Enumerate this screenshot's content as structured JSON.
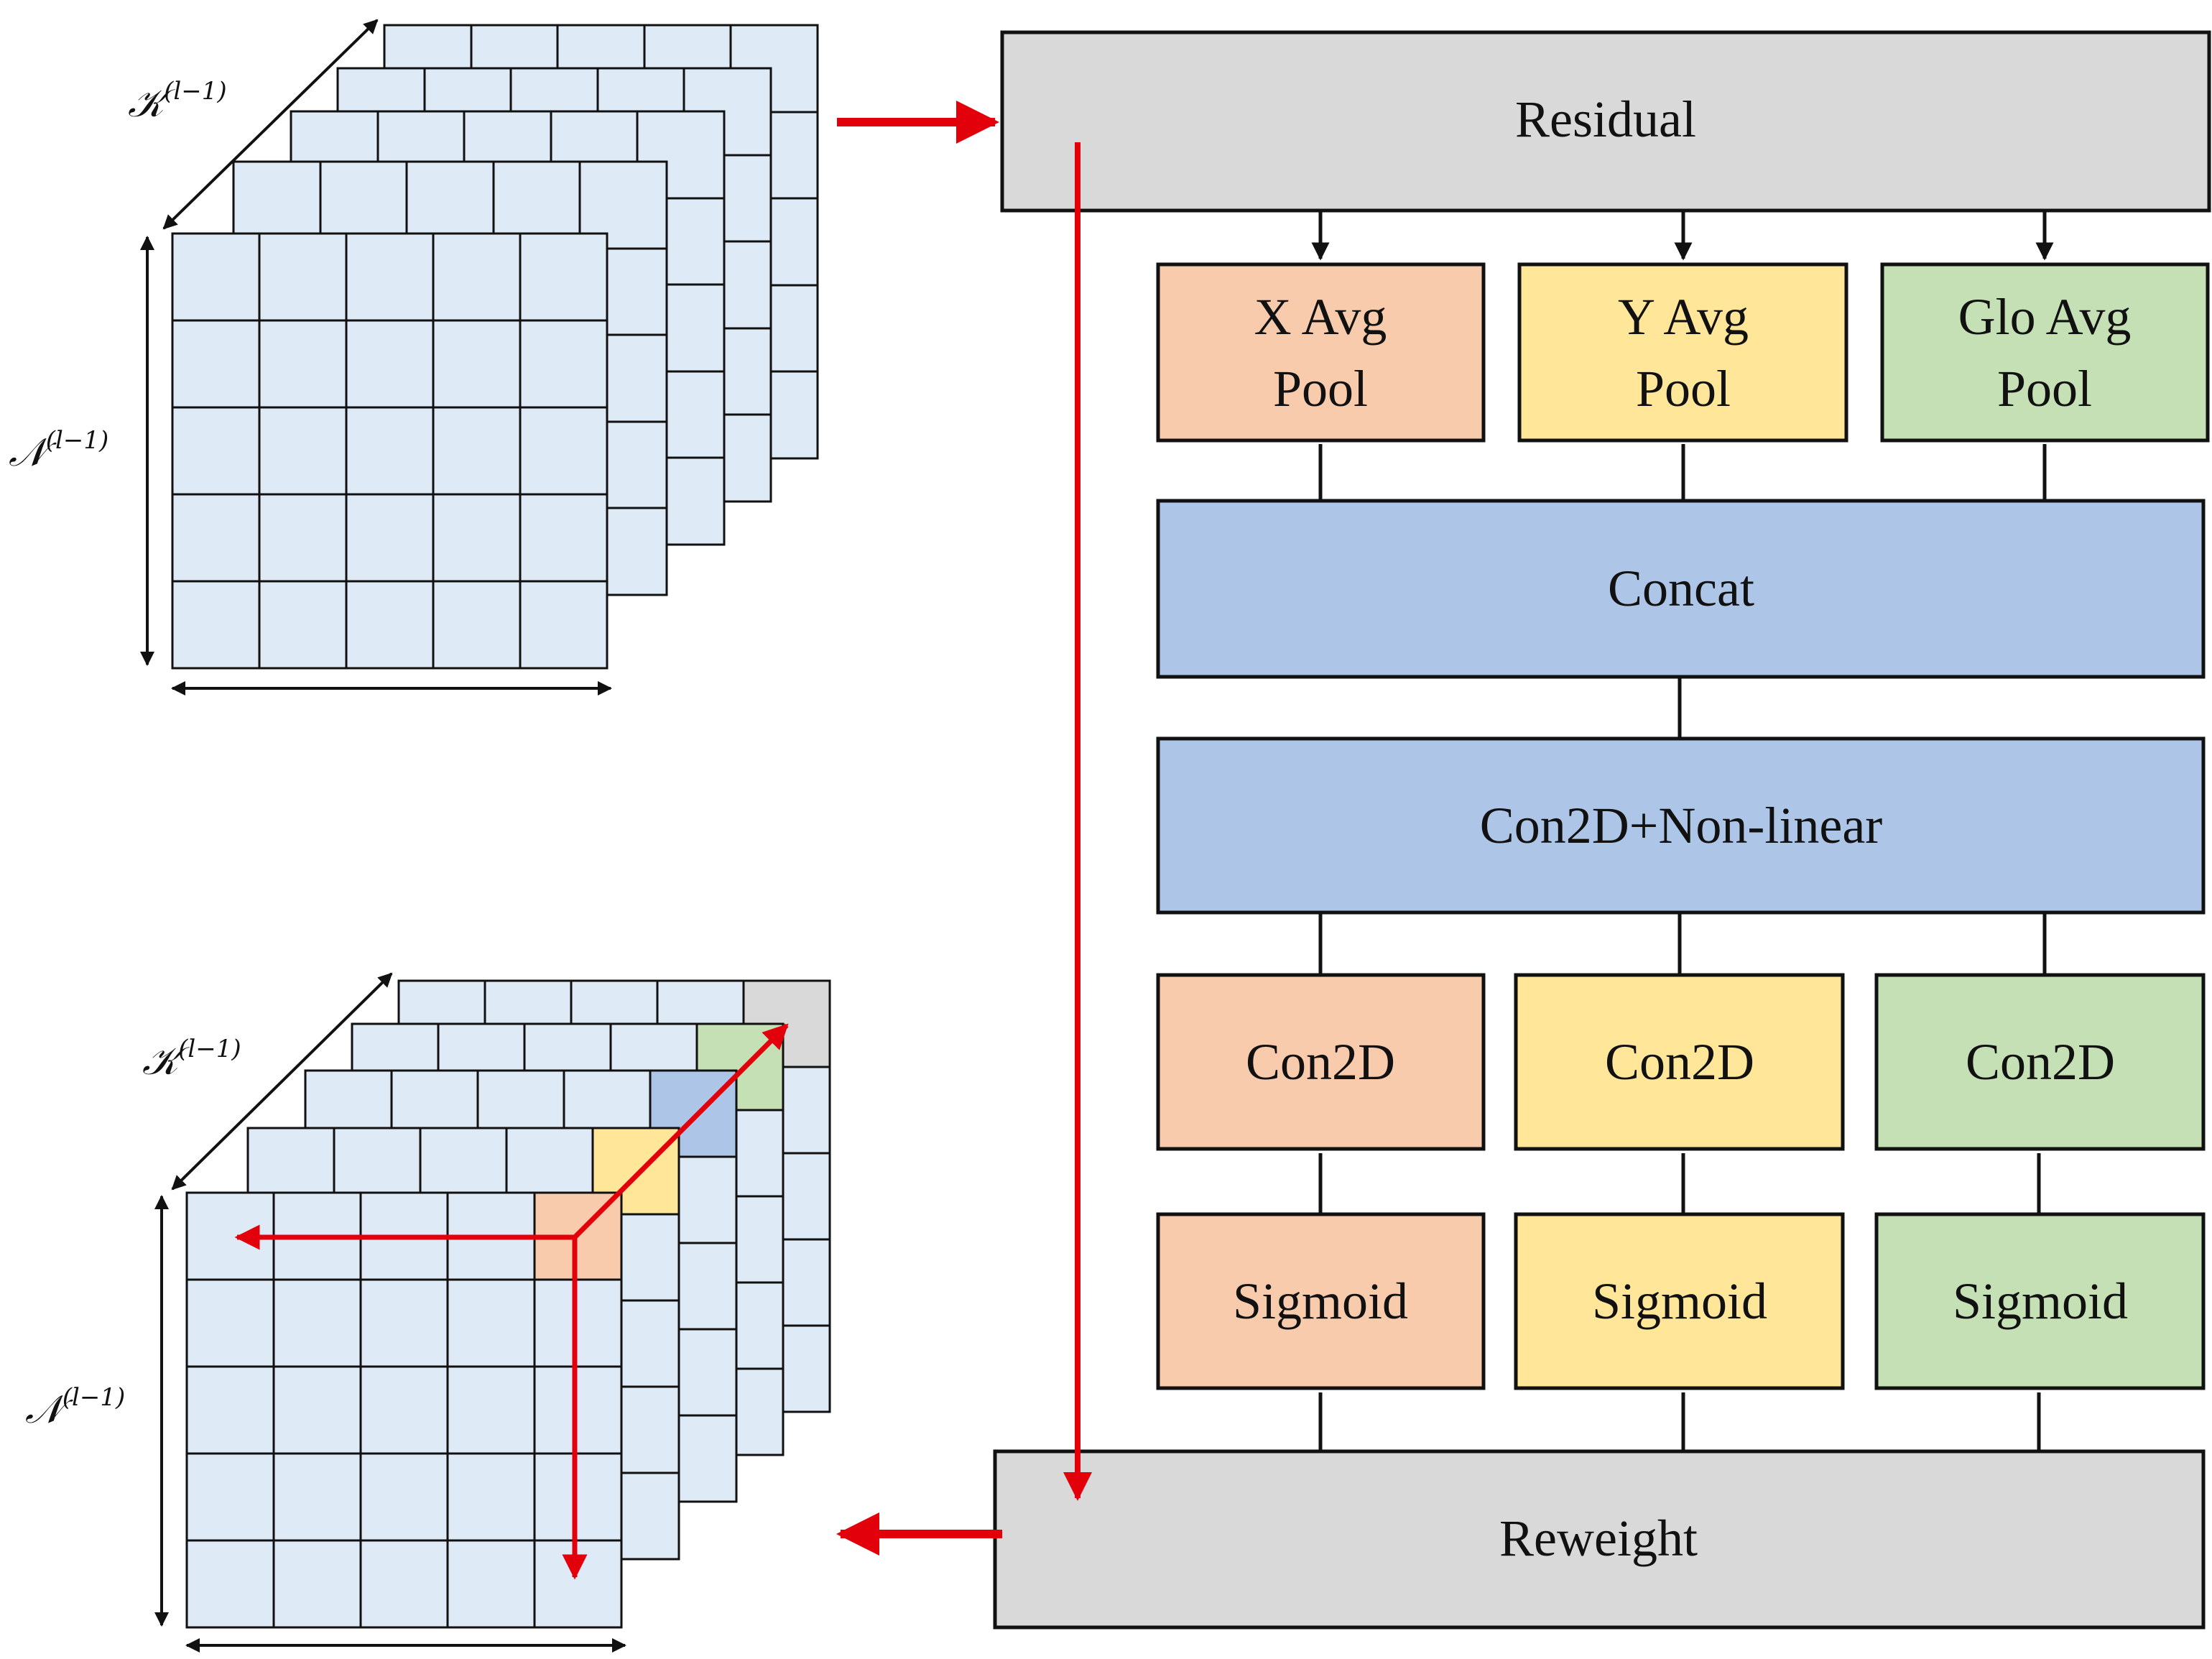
{
  "colors": {
    "gray": "#d9d9d9",
    "orange": "#f8cbad",
    "yellow": "#ffe699",
    "green": "#c5e0b4",
    "blue": "#adc5e6",
    "grid_fill": "#deebf7",
    "red": "#e2000b",
    "line": "#111111"
  },
  "blocks": {
    "residual": "Residual",
    "x_pool_1": "X Avg",
    "x_pool_2": "Pool",
    "y_pool_1": "Y Avg",
    "y_pool_2": "Pool",
    "glo_pool_1": "Glo Avg",
    "glo_pool_2": "Pool",
    "concat": "Concat",
    "conv_nonlinear": "Con2D+Non-linear",
    "conv_x": "Con2D",
    "conv_y": "Con2D",
    "conv_glo": "Con2D",
    "sig_x": "Sigmoid",
    "sig_y": "Sigmoid",
    "sig_glo": "Sigmoid",
    "reweight": "Reweight"
  },
  "input_tensor": {
    "depth_label": "𝒦",
    "depth_sup": "(l−1)",
    "height_label": "𝒩",
    "height_sup": "(l−1)"
  },
  "output_tensor": {
    "depth_label": "𝒦",
    "depth_sup": "(l−1)",
    "height_label": "𝒩",
    "height_sup": "(l−1)"
  }
}
